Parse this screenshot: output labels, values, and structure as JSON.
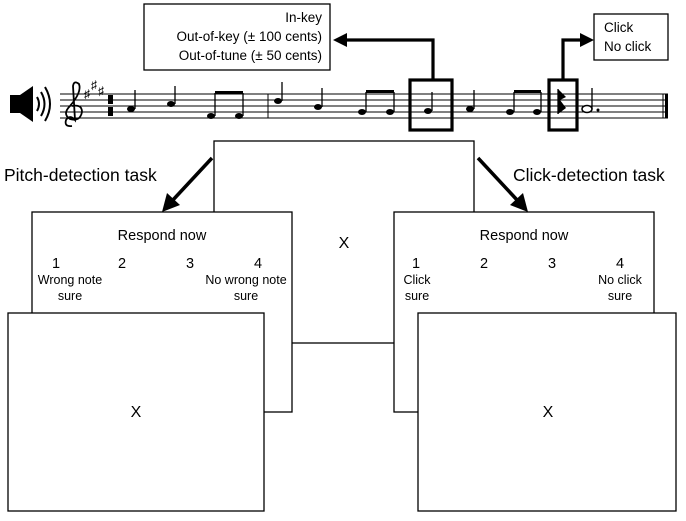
{
  "condition_box": {
    "lines": [
      "In-key",
      "Out-of-key (± 100 cents)",
      "Out-of-tune (± 50 cents)"
    ]
  },
  "click_box": {
    "lines": [
      "Click",
      "No click"
    ]
  },
  "tasks": {
    "pitch": {
      "title": "Pitch-detection task",
      "prompt": "Respond now",
      "scale": [
        "1",
        "2",
        "3",
        "4"
      ],
      "anchor_low": [
        "Wrong note",
        "sure"
      ],
      "anchor_high": [
        "No wrong note",
        "sure"
      ],
      "fixation": "X"
    },
    "click": {
      "title": "Click-detection task",
      "prompt": "Respond now",
      "scale": [
        "1",
        "2",
        "3",
        "4"
      ],
      "anchor_low": [
        "Click",
        "sure"
      ],
      "anchor_high": [
        "No click",
        "sure"
      ],
      "fixation": "X"
    }
  },
  "center_screen": {
    "fixation": "X"
  },
  "icons": {
    "speaker": "speaker-icon",
    "clef": "treble-clef-icon"
  },
  "colors": {
    "ink": "#000000",
    "paper": "#ffffff"
  }
}
